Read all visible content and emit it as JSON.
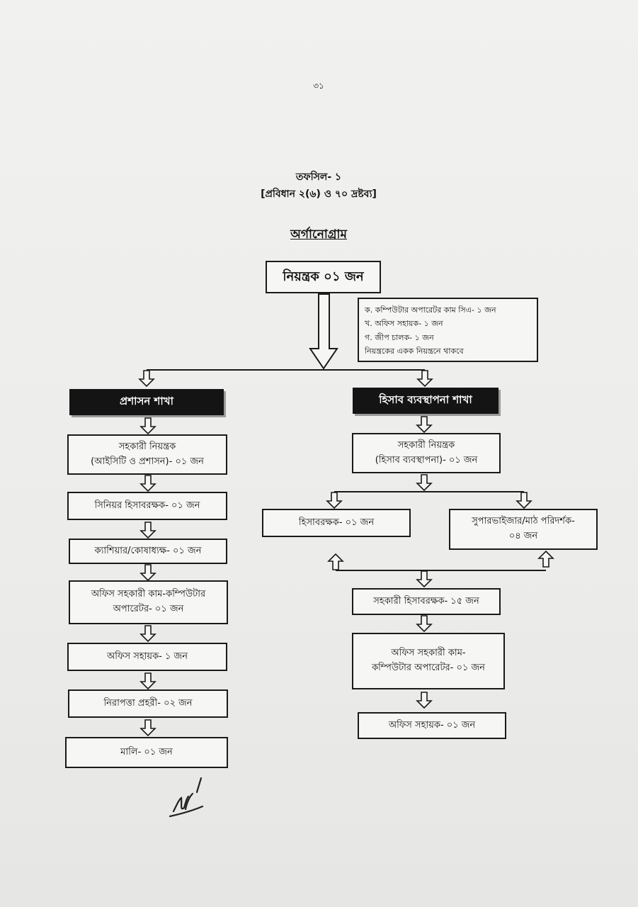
{
  "header": {
    "page_number": "৩১",
    "schedule": "তফসিল- ১",
    "rule_ref": "[প্রবিধান ২(৬) ও ৭০ দ্রষ্টব্য]",
    "title": "অর্গানোগ্রাম"
  },
  "top": {
    "controller": "নিয়ন্ত্রক ০১ জন",
    "note_lines": [
      "ক. কম্পিউটার অপারেটর কাম সিএ- ১ জন",
      "খ.  অফিস সহায়ক- ১ জন",
      "গ. জীপ চালক- ১ জন",
      " নিয়ন্ত্রকের একক নিয়ন্ত্রনে থাকবে"
    ]
  },
  "admin_branch": {
    "heading": "প্রশাসন শাখা",
    "assistant_controller_line1": "সহকারী নিয়ন্ত্রক",
    "assistant_controller_line2": "(আইসিটি ও প্রশাসন)- ০১ জন",
    "senior_accountant": "সিনিয়র হিসাবরক্ষক- ০১ জন",
    "cashier": "ক্যাশিয়ার/কোষাধ্যক্ষ- ০১ জন",
    "office_assistant_computer_line1": "অফিস সহকারী কাম-কম্পিউটার",
    "office_assistant_computer_line2": "অপারেটর- ০১ জন",
    "office_helper": "অফিস সহায়ক- ১ জন",
    "security_guard": "নিরাপত্তা প্রহরী- ০২ জন",
    "gardener": "মালি- ০১ জন"
  },
  "accounts_branch": {
    "heading": "হিসাব ব্যবস্থাপনা শাখা",
    "assistant_controller_line1": "সহকারী নিয়ন্ত্রক",
    "assistant_controller_line2": "(হিসাব ব্যবস্থাপনা)- ০১ জন",
    "accountant": "হিসাবরক্ষক- ০১ জন",
    "supervisor_line1": "সুপারভাইজার/মাঠ পরিদর্শক-",
    "supervisor_line2": "০৪ জন",
    "assistant_accountant": "সহকারী হিসাবরক্ষক- ১৫ জন",
    "office_assistant_computer_line1": "অফিস সহকারী কাম-",
    "office_assistant_computer_line2": "কম্পিউটার অপারেটর- ০১ জন",
    "office_helper": "অফিস সহায়ক- ০১ জন"
  }
}
